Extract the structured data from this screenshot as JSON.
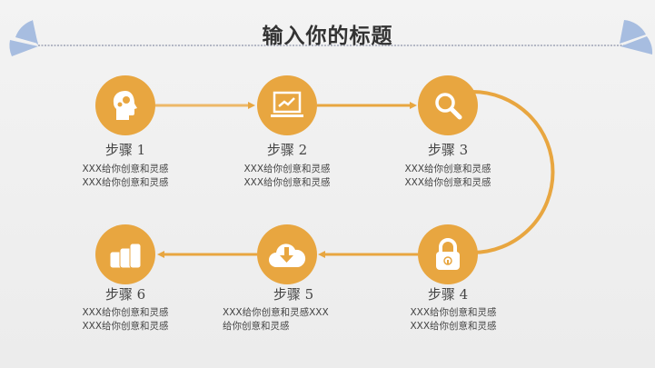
{
  "title": "输入你的标题",
  "colors": {
    "accent": "#e8a640",
    "deco": "#a7bde0"
  },
  "steps": [
    {
      "label": "步骤 1",
      "icon": "head-gears-icon",
      "lines": [
        "XXX给你创意和灵感",
        "XXX给你创意和灵感"
      ]
    },
    {
      "label": "步骤 2",
      "icon": "laptop-chart-icon",
      "lines": [
        "XXX给你创意和灵感",
        "XXX给你创意和灵感"
      ]
    },
    {
      "label": "步骤 3",
      "icon": "magnifier-icon",
      "lines": [
        "XXX给你创意和灵感",
        "XXX给你创意和灵感"
      ]
    },
    {
      "label": "步骤 4",
      "icon": "lock-icon",
      "lines": [
        "XXX给你创意和灵感",
        "XXX给你创意和灵感"
      ]
    },
    {
      "label": "步骤 5",
      "icon": "cloud-download-icon",
      "lines": [
        "XXX给你创意和灵感XXX",
        "给你创意和灵感"
      ]
    },
    {
      "label": "步骤 6",
      "icon": "coins-icon",
      "lines": [
        "XXX给你创意和灵感",
        "XXX给你创意和灵感"
      ]
    }
  ]
}
